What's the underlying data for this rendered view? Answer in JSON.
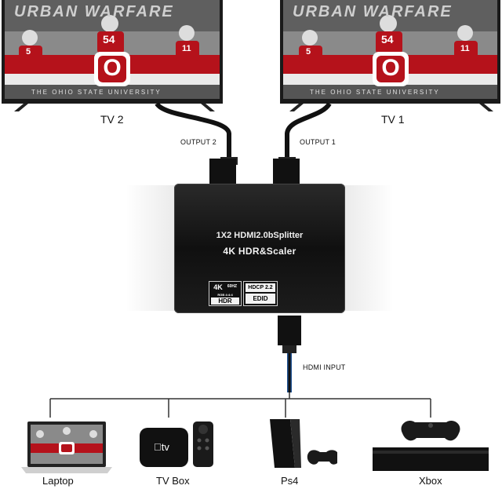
{
  "tv_screen": {
    "banner": "URBAN WARFARE",
    "footer": "THE OHIO STATE UNIVERSITY",
    "logo": "O",
    "jersey_numbers": [
      "5",
      "54",
      "11"
    ]
  },
  "tvs": {
    "left_label": "TV 2",
    "right_label": "TV 1"
  },
  "outputs": {
    "left": "OUTPUT 2",
    "right": "OUTPUT 1"
  },
  "splitter": {
    "line1": "1X2 HDMI2.0bSplitter",
    "line2": "4K HDR&Scaler",
    "badge_4k": "4K",
    "badge_60hz": "60HZ",
    "badge_rgb": "RGB 4:4:4",
    "badge_hdr": "HDR",
    "badge_hdcp": "HDCP 2.2",
    "badge_edid": "EDID"
  },
  "input_label": "HDMI INPUT",
  "devices": [
    {
      "label": "Laptop"
    },
    {
      "label": "TV Box",
      "brand": "tv"
    },
    {
      "label": "Ps4"
    },
    {
      "label": "Xbox"
    }
  ],
  "colors": {
    "scarlet": "#b5121b",
    "gray": "#9a9a9a",
    "cable_blue": "#1d4f8f"
  }
}
